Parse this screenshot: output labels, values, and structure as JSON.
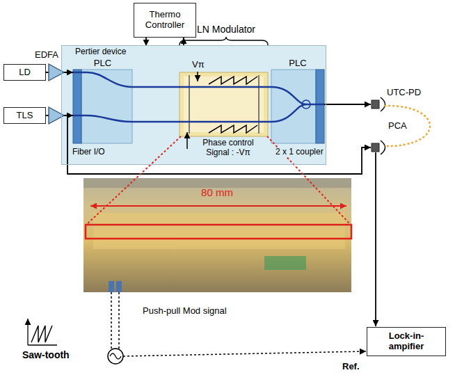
{
  "diagram": {
    "nodes": [
      {
        "text": [
          "Thermo Controller"
        ]
      },
      {
        "text": [
          "Pertier device"
        ]
      },
      {
        "text": [
          "PLC"
        ],
        "in": 1
      },
      {
        "text": [
          "PLC"
        ],
        "in": 1
      },
      {
        "text": [
          "LD"
        ]
      },
      {
        "text": [
          "TLS"
        ]
      },
      {
        "text": [
          "Lock-in- ampifier"
        ]
      }
    ],
    "edges": [
      {
        "from": 0,
        "to": 1,
        "arrow": "to"
      },
      {
        "from": 1,
        "to": 0,
        "arrow": "to"
      },
      {
        "from": 4,
        "to": 2,
        "arrow": "to"
      },
      {
        "from": 5,
        "to": 2,
        "arrow": "to"
      }
    ],
    "labels": [
      "EDFA",
      "LN Modulator",
      "Vπ",
      "Phase control Signal : -Vπ",
      "Fiber I/O",
      "2 x 1 coupler",
      "UTC-PD",
      "PCA",
      "80 mm",
      "Push-pull Mod signal",
      "Saw-tooth",
      "Ref."
    ]
  }
}
